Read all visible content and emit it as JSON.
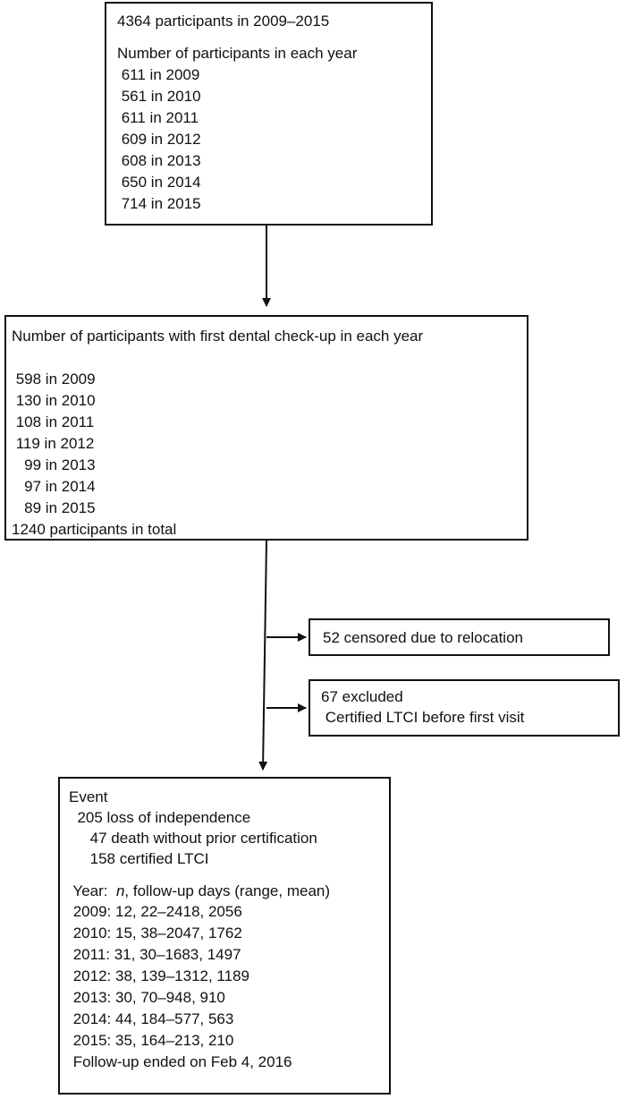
{
  "box1": {
    "title": "4364 participants in 2009–2015",
    "subtitle": "Number of participants in each year",
    "lines": [
      " 611 in 2009",
      " 561 in 2010",
      " 611 in 2011",
      " 609 in 2012",
      " 608 in 2013",
      " 650 in 2014",
      " 714 in 2015"
    ]
  },
  "box2": {
    "title": "Number of participants with first dental check-up in each year",
    "lines": [
      " 598 in 2009",
      " 130 in 2010",
      " 108 in 2011",
      " 119 in 2012",
      "   99 in 2013",
      "   97 in 2014",
      "   89 in 2015"
    ],
    "total": "1240 participants in total"
  },
  "box3": {
    "text": "52 censored due to relocation"
  },
  "box4": {
    "line1": "67 excluded",
    "line2": " Certified LTCI before first visit"
  },
  "box5": {
    "event_label": "Event",
    "event_lines": [
      "  205 loss of independence",
      "     47 death without prior certification",
      "     158 certified LTCI"
    ],
    "year_header_prefix": " Year:  ",
    "year_header_n": "n",
    "year_header_suffix": ", follow-up days (range, mean)",
    "year_lines": [
      " 2009: 12, 22–2418, 2056",
      " 2010: 15, 38–2047, 1762",
      " 2011: 31, 30–1683, 1497",
      " 2012: 38, 139–1312, 1189",
      " 2013: 30, 70–948, 910",
      " 2014: 44, 184–577, 563",
      " 2015: 35, 164–213, 210"
    ],
    "footer": " Follow-up ended on Feb 4, 2016"
  }
}
